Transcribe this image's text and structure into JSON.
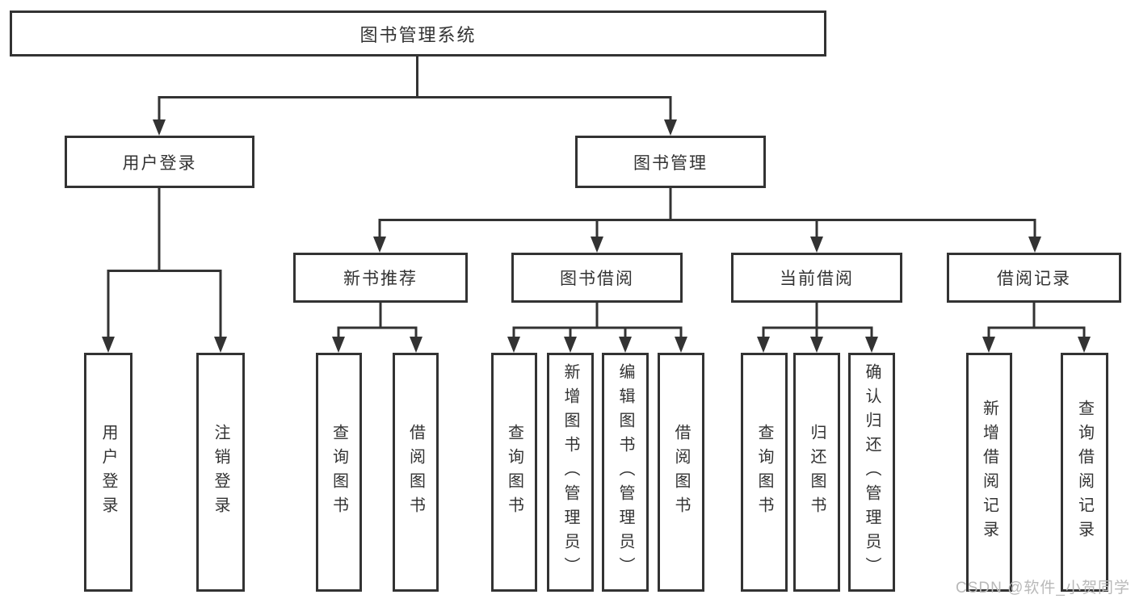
{
  "diagram": {
    "root": {
      "label": "图书管理系统"
    },
    "branches": [
      {
        "label": "用户登录",
        "children": [
          {
            "label": "用户登录"
          },
          {
            "label": "注销登录"
          }
        ]
      },
      {
        "label": "图书管理",
        "children": [
          {
            "label": "新书推荐",
            "children": [
              {
                "label": "查询图书"
              },
              {
                "label": "借阅图书"
              }
            ]
          },
          {
            "label": "图书借阅",
            "children": [
              {
                "label": "查询图书"
              },
              {
                "label": "新增图书（管理员）"
              },
              {
                "label": "编辑图书（管理员）"
              },
              {
                "label": "借阅图书"
              }
            ]
          },
          {
            "label": "当前借阅",
            "children": [
              {
                "label": "查询图书"
              },
              {
                "label": "归还图书"
              },
              {
                "label": "确认归还（管理员）"
              }
            ]
          },
          {
            "label": "借阅记录",
            "children": [
              {
                "label": "新增借阅记录"
              },
              {
                "label": "查询借阅记录"
              }
            ]
          }
        ]
      }
    ]
  },
  "watermark": {
    "text": "CSDN @软件_小贺同学"
  },
  "colors": {
    "line": "#333333",
    "box_border": "#333333",
    "text": "#333333",
    "background": "#ffffff",
    "watermark": "#b9b9b9"
  }
}
